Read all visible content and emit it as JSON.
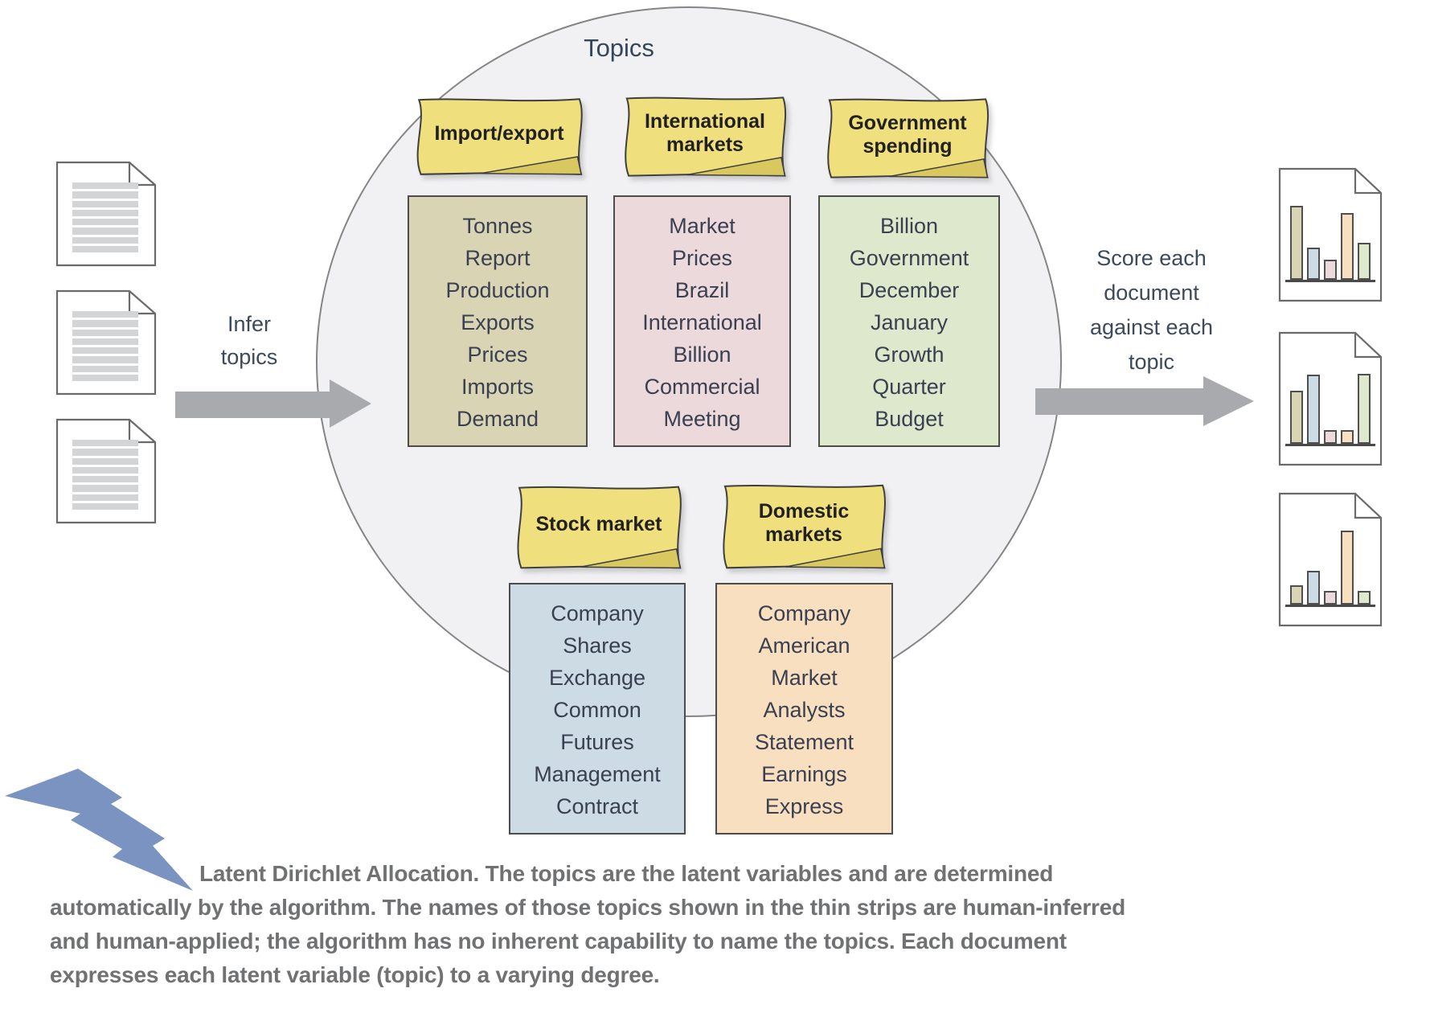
{
  "title": "Topics",
  "infer_label": {
    "line1": "Infer",
    "line2": "topics"
  },
  "score_label": {
    "line1": "Score each",
    "line2": "document",
    "line3": "against each",
    "line4": "topic"
  },
  "topics": [
    {
      "label_lines": [
        "Import/export"
      ],
      "color": "#d8d4b4",
      "words": [
        "Tonnes",
        "Report",
        "Production",
        "Exports",
        "Prices",
        "Imports",
        "Demand"
      ]
    },
    {
      "label_lines": [
        "International",
        "markets"
      ],
      "color": "#ecd9dc",
      "words": [
        "Market",
        "Prices",
        "Brazil",
        "International",
        "Billion",
        "Commercial",
        "Meeting"
      ]
    },
    {
      "label_lines": [
        "Government",
        "spending"
      ],
      "color": "#dde8cc",
      "words": [
        "Billion",
        "Government",
        "December",
        "January",
        "Growth",
        "Quarter",
        "Budget"
      ]
    },
    {
      "label_lines": [
        "Stock market"
      ],
      "color": "#ccdbe4",
      "words": [
        "Company",
        "Shares",
        "Exchange",
        "Common",
        "Futures",
        "Management",
        "Contract"
      ]
    },
    {
      "label_lines": [
        "Domestic",
        "markets"
      ],
      "color": "#f8dfc0",
      "words": [
        "Company",
        "American",
        "Market",
        "Analysts",
        "Statement",
        "Earnings",
        "Express"
      ]
    }
  ],
  "chart_data": {
    "type": "bar",
    "title": "",
    "categories": [
      "Import/export",
      "Stock market",
      "International markets",
      "Domestic markets",
      "Government spending"
    ],
    "bar_colors": [
      "#d8d4b4",
      "#ccdbe4",
      "#ecd9dc",
      "#f8dfc0",
      "#dde8cc"
    ],
    "unit": "relative bar height, % of tallest bar",
    "series": [
      {
        "name": "document-1-scores",
        "values": [
          100,
          43,
          27,
          90,
          50
        ]
      },
      {
        "name": "document-2-scores",
        "values": [
          72,
          94,
          18,
          18,
          95
        ]
      },
      {
        "name": "document-3-scores",
        "values": [
          26,
          46,
          18,
          100,
          18
        ]
      }
    ],
    "legend": "none",
    "grid": "off"
  },
  "caption": {
    "lines": [
      "Latent Dirichlet Allocation. The topics are the latent variables and are determined",
      "automatically by the algorithm. The names of those topics shown in the thin strips are human-inferred",
      "and human-applied; the algorithm has no inherent capability to name the topics. Each document",
      "expresses each latent variable (topic) to a varying degree."
    ]
  },
  "palette": {
    "note_yellow": "#f0df7d",
    "note_fold": "#d9c75f",
    "circle_fill": "#f1f1f4",
    "circle_border": "#858585",
    "arrow_gray": "#a8aaad",
    "bolt_blue": "#7b93c1",
    "caption_gray": "#707173",
    "word_text": "#3a4050",
    "doc_line_gray": "#d2d4d6"
  }
}
